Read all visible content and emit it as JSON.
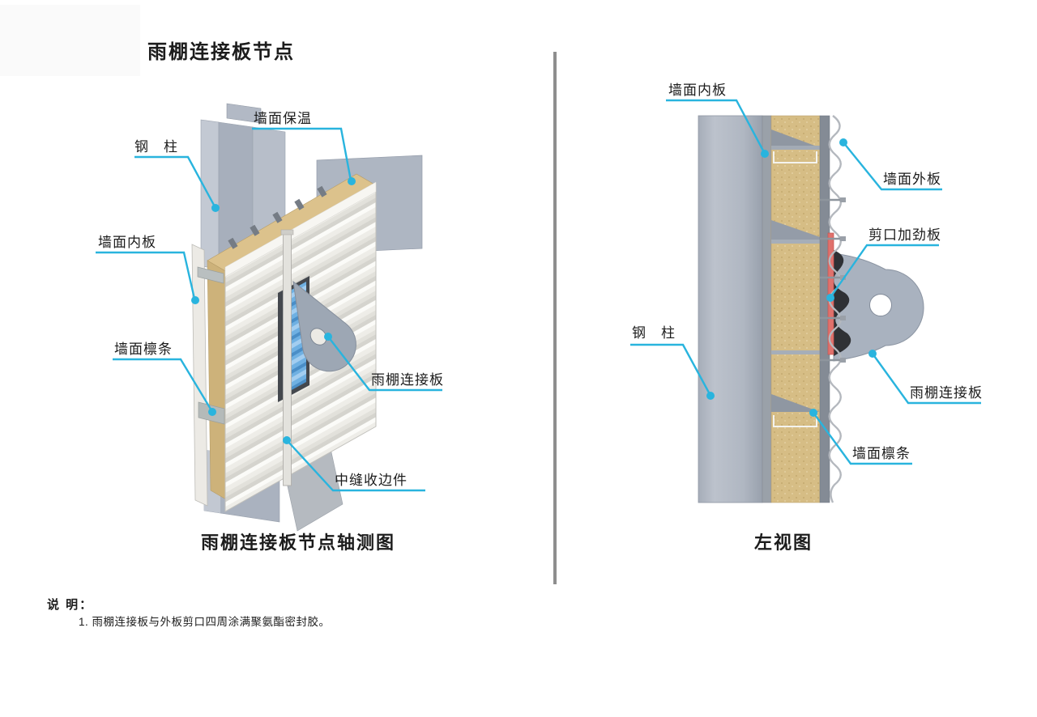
{
  "title": "雨棚连接板节点",
  "figures": {
    "axon": {
      "caption": "雨棚连接板节点轴测图",
      "labels": {
        "steel_column": "钢　柱",
        "wall_insulation": "墙面保温",
        "wall_inner_panel": "墙面内板",
        "wall_purlin": "墙面檩条",
        "canopy_plate": "雨棚连接板",
        "mid_seam_trim": "中缝收边件"
      }
    },
    "side": {
      "caption": "左视图",
      "labels": {
        "wall_inner_panel": "墙面内板",
        "wall_outer_panel": "墙面外板",
        "notch_stiffener": "剪口加劲板",
        "steel_column": "钢　柱",
        "canopy_plate": "雨棚连接板",
        "wall_purlin": "墙面檩条"
      }
    }
  },
  "notes": {
    "heading": "说 明：",
    "items": [
      "1. 雨棚连接板与外板剪口四周涂满聚氨酯密封胶。"
    ]
  },
  "colors": {
    "leader": "#29b4de",
    "insulation_top": "#dcc28c",
    "insulation_side": "#cdb27a",
    "steel_light": "#b3bac4",
    "panel_base": "#efeee9",
    "liner_blue": "#6fb0e2",
    "stiffener_red": "#e0716c",
    "sealant_dark": "#2f3135"
  }
}
